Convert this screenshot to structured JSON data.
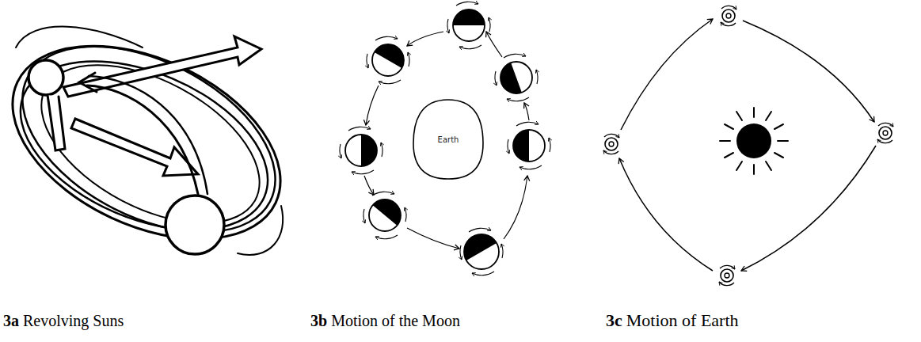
{
  "diagram": {
    "nodes": [
      {
        "text": [
          "Earth"
        ]
      }
    ],
    "labels": [
      "3a",
      "Revolving Suns",
      "3b",
      "Motion of the Moon",
      "3c",
      "Motion of Earth"
    ]
  }
}
